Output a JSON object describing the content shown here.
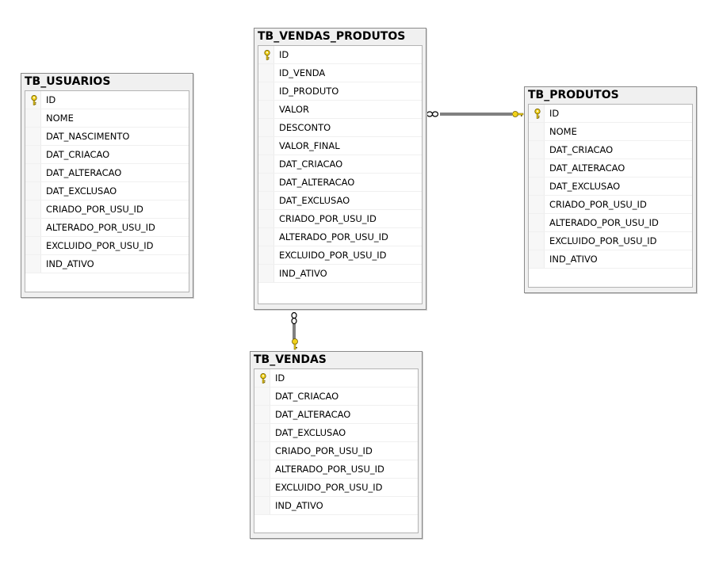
{
  "diagram": {
    "tables": [
      {
        "id": "tb_usuarios",
        "title": "TB_USUARIOS",
        "columns": [
          {
            "name": "ID",
            "pk": true
          },
          {
            "name": "NOME"
          },
          {
            "name": "DAT_NASCIMENTO"
          },
          {
            "name": "DAT_CRIACAO"
          },
          {
            "name": "DAT_ALTERACAO"
          },
          {
            "name": "DAT_EXCLUSAO"
          },
          {
            "name": "CRIADO_POR_USU_ID"
          },
          {
            "name": "ALTERADO_POR_USU_ID"
          },
          {
            "name": "EXCLUIDO_POR_USU_ID"
          },
          {
            "name": "IND_ATIVO"
          }
        ]
      },
      {
        "id": "tb_vendas_produtos",
        "title": "TB_VENDAS_PRODUTOS",
        "columns": [
          {
            "name": "ID",
            "pk": true
          },
          {
            "name": "ID_VENDA"
          },
          {
            "name": "ID_PRODUTO"
          },
          {
            "name": "VALOR"
          },
          {
            "name": "DESCONTO"
          },
          {
            "name": "VALOR_FINAL"
          },
          {
            "name": "DAT_CRIACAO"
          },
          {
            "name": "DAT_ALTERACAO"
          },
          {
            "name": "DAT_EXCLUSAO"
          },
          {
            "name": "CRIADO_POR_USU_ID"
          },
          {
            "name": "ALTERADO_POR_USU_ID"
          },
          {
            "name": "EXCLUIDO_POR_USU_ID"
          },
          {
            "name": "IND_ATIVO"
          }
        ]
      },
      {
        "id": "tb_produtos",
        "title": "TB_PRODUTOS",
        "columns": [
          {
            "name": "ID",
            "pk": true
          },
          {
            "name": "NOME"
          },
          {
            "name": "DAT_CRIACAO"
          },
          {
            "name": "DAT_ALTERACAO"
          },
          {
            "name": "DAT_EXCLUSAO"
          },
          {
            "name": "CRIADO_POR_USU_ID"
          },
          {
            "name": "ALTERADO_POR_USU_ID"
          },
          {
            "name": "EXCLUIDO_POR_USU_ID"
          },
          {
            "name": "IND_ATIVO"
          }
        ]
      },
      {
        "id": "tb_vendas",
        "title": "TB_VENDAS",
        "columns": [
          {
            "name": "ID",
            "pk": true
          },
          {
            "name": "DAT_CRIACAO"
          },
          {
            "name": "DAT_ALTERACAO"
          },
          {
            "name": "DAT_EXCLUSAO"
          },
          {
            "name": "CRIADO_POR_USU_ID"
          },
          {
            "name": "ALTERADO_POR_USU_ID"
          },
          {
            "name": "EXCLUIDO_POR_USU_ID"
          },
          {
            "name": "IND_ATIVO"
          }
        ]
      }
    ],
    "relationships": [
      {
        "from": "TB_VENDAS_PRODUTOS",
        "to": "TB_PRODUTOS",
        "many_end": "TB_VENDAS_PRODUTOS",
        "one_end": "TB_PRODUTOS"
      },
      {
        "from": "TB_VENDAS_PRODUTOS",
        "to": "TB_VENDAS",
        "many_end": "TB_VENDAS_PRODUTOS",
        "one_end": "TB_VENDAS"
      }
    ],
    "colors": {
      "key_icon": "#f2d21a",
      "table_frame": "#f0f0f0",
      "border": "#8a8a8a"
    }
  }
}
